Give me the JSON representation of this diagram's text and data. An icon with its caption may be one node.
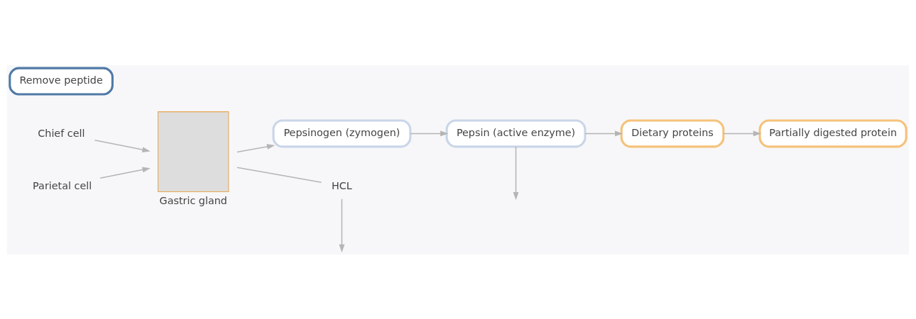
{
  "diagram": {
    "nodes": [
      {
        "text": [
          "Chief cell"
        ]
      },
      {
        "text": [
          "Parietal cell"
        ]
      },
      {
        "text": [],
        "shape": "box",
        "beside": [
          "Gastric gland"
        ]
      },
      {
        "text": [
          "Pepsinogen (zymogen)"
        ]
      },
      {
        "text": [
          "Remove peptide"
        ]
      },
      {
        "text": [
          "Pepsin (active enzyme)"
        ]
      },
      {
        "text": [
          "Dietary proteins"
        ]
      },
      {
        "text": [
          "Partially digested protein"
        ]
      },
      {
        "text": [
          "HCL"
        ]
      }
    ],
    "edges": [
      {
        "from": 0,
        "to": 2,
        "arrow": "to"
      },
      {
        "from": 1,
        "to": 2,
        "arrow": "to"
      },
      {
        "from": 2,
        "to": 3,
        "arrow": "to"
      },
      {
        "from": 3,
        "to": 5,
        "arrow": "to"
      },
      {
        "from": 5,
        "to": 6,
        "arrow": "to"
      },
      {
        "from": 6,
        "to": 7,
        "arrow": "to"
      },
      {
        "from": 2,
        "to": 8,
        "arrow": "none"
      },
      {
        "from": 8,
        "to": null,
        "arrow": "to"
      },
      {
        "from": 5,
        "to": null,
        "arrow": "to"
      }
    ]
  }
}
